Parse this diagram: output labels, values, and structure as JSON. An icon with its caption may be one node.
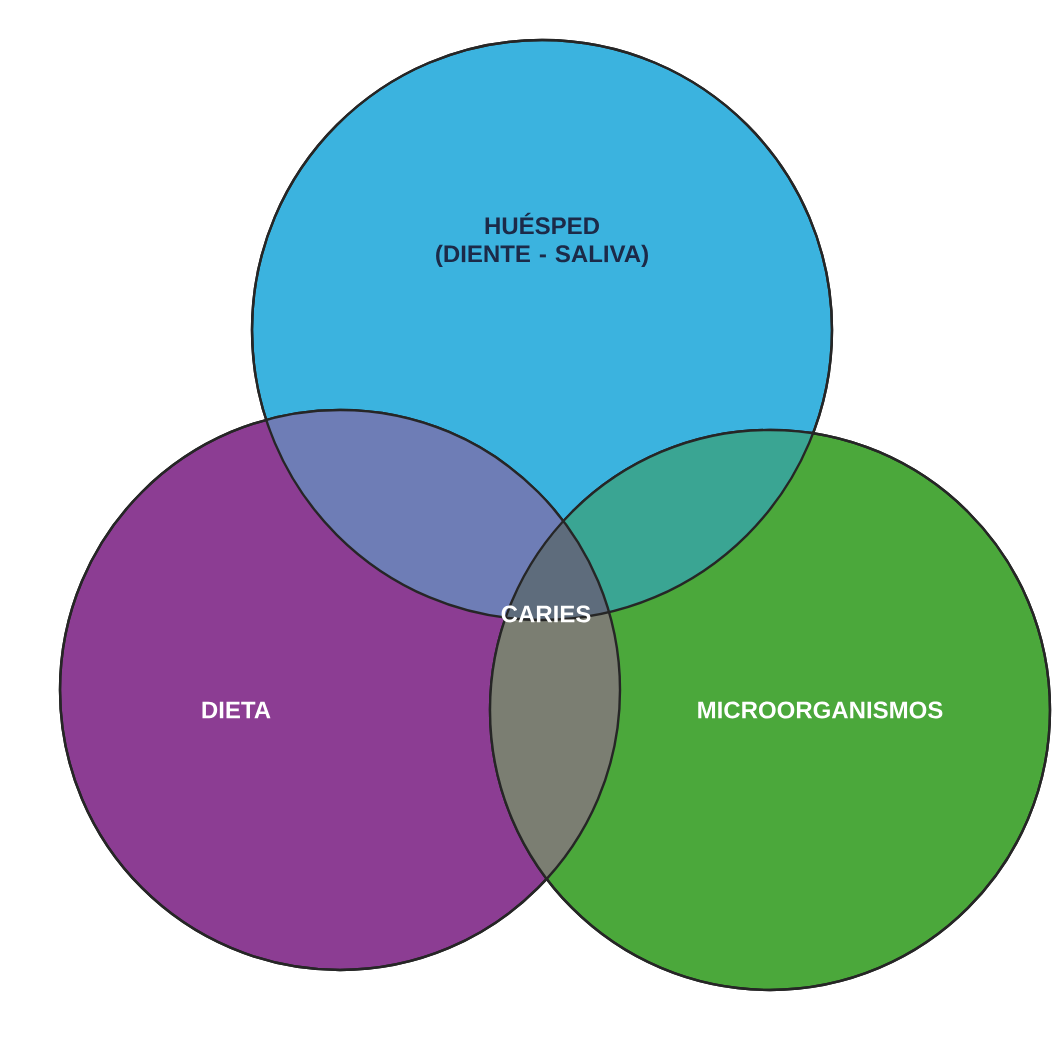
{
  "diagram": {
    "nodes": [
      {
        "text": [
          "HUÉSPED (DIENTE - SALIVA)"
        ]
      },
      {
        "text": [
          "DIETA"
        ]
      },
      {
        "text": [
          "MICROORGANISMOS"
        ]
      }
    ],
    "labels": [
      "CARIES"
    ]
  }
}
